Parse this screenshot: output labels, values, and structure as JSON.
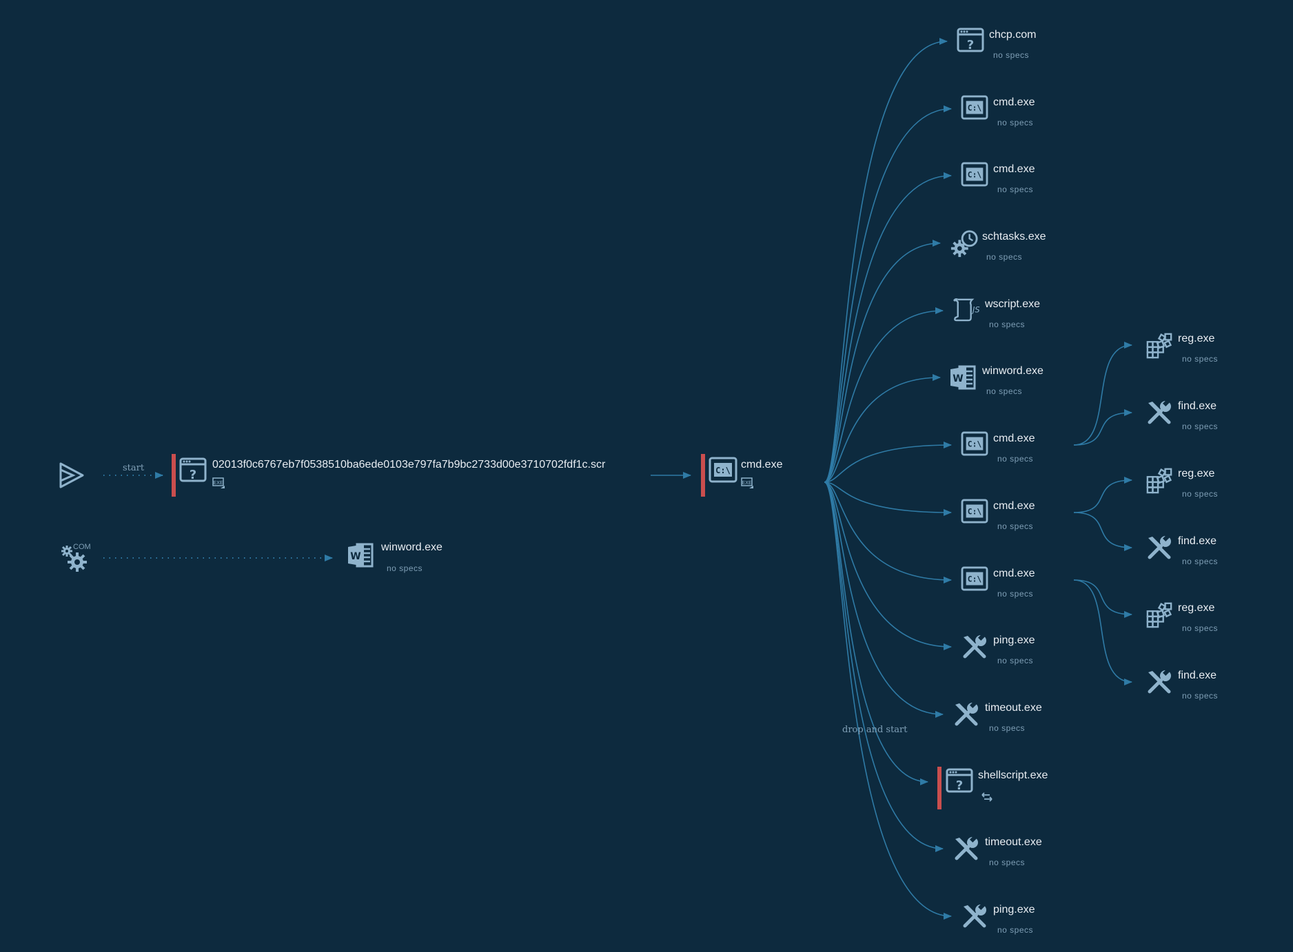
{
  "colors": {
    "background": "#0d2a3e",
    "edge": "#2f7ba6",
    "icon": "#8fb3cc",
    "text": "#e8edf2",
    "subtext": "#7f9fb6",
    "flag": "#c94e4e"
  },
  "edge_labels": {
    "start": "start",
    "drop_and_start": "drop and start"
  },
  "left": {
    "start_icon": "play-icon",
    "com_icon": "gear-com-icon",
    "com_label": "COM",
    "root": {
      "name": "02013f0c6767eb7f0538510ba6ede0103e797fa7b9bc2733d00e3710702fdf1c.scr",
      "icon": "window-question-icon",
      "badge": "exe-badge-icon"
    },
    "winword": {
      "name": "winword.exe",
      "specs": "no specs",
      "icon": "word-icon"
    }
  },
  "middle": {
    "cmd": {
      "name": "cmd.exe",
      "icon": "console-icon",
      "badge": "exe-badge-icon"
    }
  },
  "children": [
    {
      "name": "chcp.com",
      "specs": "no specs",
      "icon": "window-question-icon"
    },
    {
      "name": "cmd.exe",
      "specs": "no specs",
      "icon": "console-icon"
    },
    {
      "name": "cmd.exe",
      "specs": "no specs",
      "icon": "console-icon"
    },
    {
      "name": "schtasks.exe",
      "specs": "no specs",
      "icon": "gear-clock-icon"
    },
    {
      "name": "wscript.exe",
      "specs": "no specs",
      "icon": "script-js-icon"
    },
    {
      "name": "winword.exe",
      "specs": "no specs",
      "icon": "word-icon"
    },
    {
      "name": "cmd.exe",
      "specs": "no specs",
      "icon": "console-icon"
    },
    {
      "name": "cmd.exe",
      "specs": "no specs",
      "icon": "console-icon"
    },
    {
      "name": "cmd.exe",
      "specs": "no specs",
      "icon": "console-icon"
    },
    {
      "name": "ping.exe",
      "specs": "no specs",
      "icon": "tools-icon"
    },
    {
      "name": "timeout.exe",
      "specs": "no specs",
      "icon": "tools-icon"
    },
    {
      "name": "shellscript.exe",
      "specs": "",
      "icon": "window-question-icon",
      "badge": "swap-arrows-icon"
    },
    {
      "name": "timeout.exe",
      "specs": "no specs",
      "icon": "tools-icon"
    },
    {
      "name": "ping.exe",
      "specs": "no specs",
      "icon": "tools-icon"
    }
  ],
  "grandchildren": [
    {
      "name": "reg.exe",
      "specs": "no specs",
      "icon": "registry-icon"
    },
    {
      "name": "find.exe",
      "specs": "no specs",
      "icon": "tools-icon"
    },
    {
      "name": "reg.exe",
      "specs": "no specs",
      "icon": "registry-icon"
    },
    {
      "name": "find.exe",
      "specs": "no specs",
      "icon": "tools-icon"
    },
    {
      "name": "reg.exe",
      "specs": "no specs",
      "icon": "registry-icon"
    },
    {
      "name": "find.exe",
      "specs": "no specs",
      "icon": "tools-icon"
    }
  ]
}
